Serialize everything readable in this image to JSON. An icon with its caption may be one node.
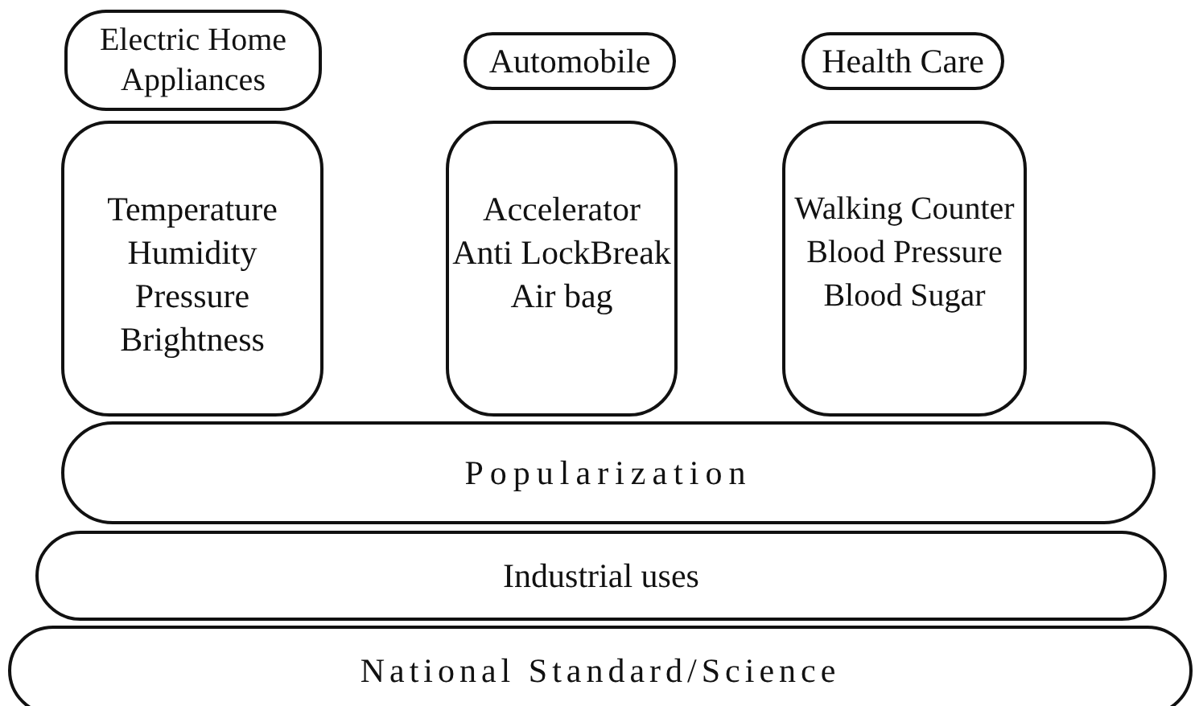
{
  "diagram": {
    "nodes": [
      {
        "text": [
          "Electric Home Appliances"
        ]
      },
      {
        "text": [
          "Automobile"
        ]
      },
      {
        "text": [
          "Health Care"
        ]
      },
      {
        "text": [
          "Temperature",
          "Humidity",
          "Pressure",
          "Brightness"
        ]
      },
      {
        "text": [
          "Accelerator",
          "Anti LockBreak",
          "Air bag"
        ]
      },
      {
        "text": [
          "Walking Counter",
          "Blood Pressure",
          "Blood Sugar"
        ]
      },
      {
        "text": [
          "Popularization"
        ]
      },
      {
        "text": [
          "Industrial uses"
        ]
      },
      {
        "text": [
          "National Standard/Science"
        ]
      }
    ]
  }
}
